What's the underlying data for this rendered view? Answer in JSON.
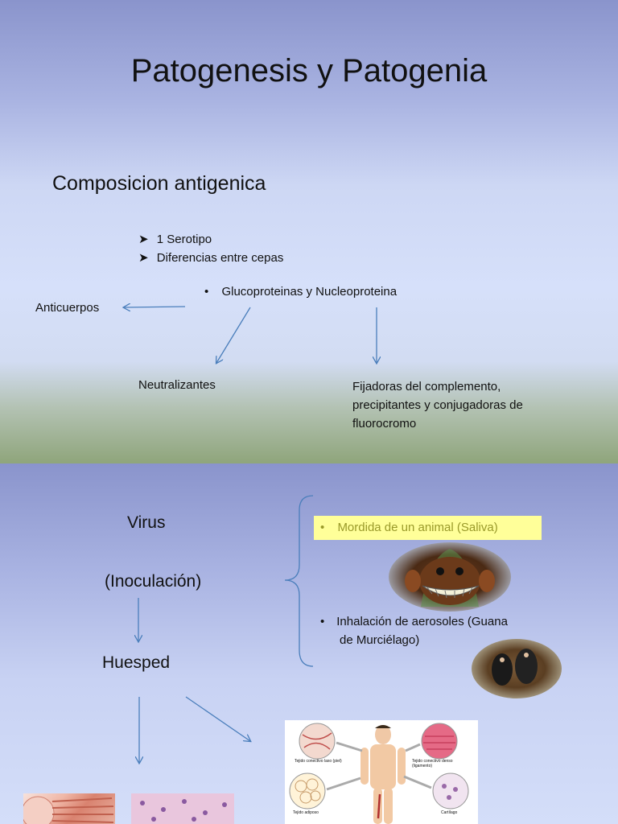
{
  "slide1": {
    "title": "Patogenesis y Patogenia",
    "subtitle": "Composicion antigenica",
    "arrow_bullets": [
      "1 Serotipo",
      " Diferencias entre cepas"
    ],
    "center_bullet": "Glucoproteinas y Nucleoproteina",
    "left_label": "Anticuerpos",
    "neutralizantes": "Neutralizantes",
    "fijadoras": [
      "Fijadoras del complemento,",
      "precipitantes y conjugadoras de",
      "fluorocromo"
    ]
  },
  "slide2": {
    "virus": "Virus",
    "inoculacion": "(Inoculación)",
    "huesped": "Huesped",
    "bullet_mordida": "Mordida de un animal (Saliva)",
    "bullet_inhalacion": [
      "Inhalación de aerosoles (Guana",
      "de Murciélago)"
    ],
    "diagram_labels": [
      "Tejido conectivo laxo (piel)",
      "Tejido conectivo denso (ligamento)",
      "Tejido adiposo",
      "Cartílago"
    ],
    "colors": {
      "highlight": "#ffff99",
      "arrow": "#4a7ebb"
    }
  }
}
